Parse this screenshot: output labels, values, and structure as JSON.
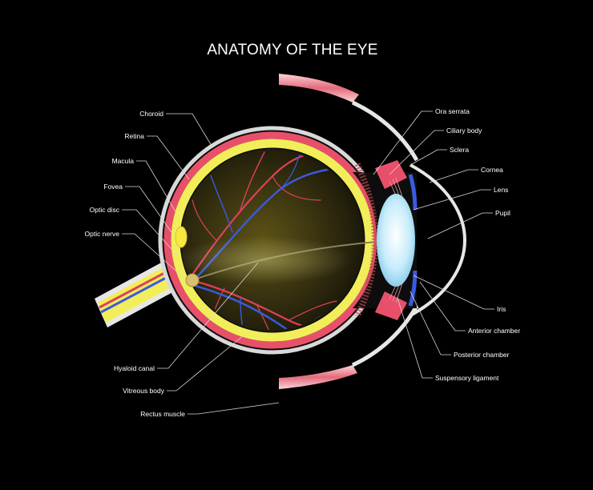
{
  "title": "ANATOMY OF THE EYE",
  "labels": {
    "choroid": "Choroid",
    "retina": "Retina",
    "macula": "Macula",
    "fovea": "Fovea",
    "optic_disc": "Optic disc",
    "optic_nerve": "Optic nerve",
    "hyaloid_canal": "Hyaloid canal",
    "vitreous_body": "Vitreous body",
    "rectus_muscle": "Rectus muscle",
    "ora_serrata": "Ora serrata",
    "ciliary_body": "Ciliary body",
    "sclera": "Sclera",
    "cornea": "Cornea",
    "lens": "Lens",
    "pupil": "Pupil",
    "iris": "Iris",
    "anterior_chamber": "Anterior chamber",
    "posterior_chamber": "Posterior chamber",
    "suspensory_ligament": "Suspensory ligament"
  },
  "colors": {
    "background": "#000000",
    "sclera": "#d9d9d9",
    "choroid": "#e8506a",
    "retina": "#f2ee5a",
    "vitreous": "#3a3410",
    "artery": "#e0405a",
    "vein": "#3a5be0",
    "lens": "#bfe6f7",
    "muscle": "#f2a0a8"
  }
}
